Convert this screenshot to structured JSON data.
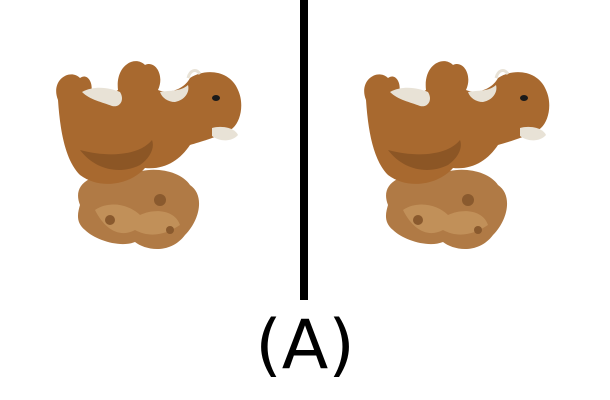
{
  "figure": {
    "caption": "(A)",
    "panels": [
      {
        "subject": "plush-camel-toy-on-rock"
      },
      {
        "subject": "plush-camel-toy-on-rock"
      }
    ],
    "colors": {
      "background": "#ffffff",
      "divider": "#000000",
      "toy_fabric": "#a8692f",
      "toy_shadow": "#7a4a1f",
      "toy_trim": "#e8e2d6",
      "rock": "#b07a45"
    }
  }
}
